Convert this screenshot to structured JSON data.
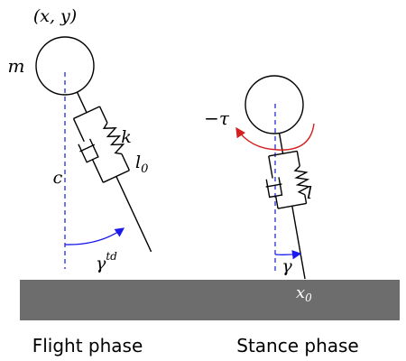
{
  "flight": {
    "position_label": "(x, y)",
    "mass_label": "m",
    "spring_label": "k",
    "damper_label": "c",
    "rest_length_label": "l",
    "rest_length_sub": "0",
    "angle_label": "γ",
    "angle_sup": "td",
    "phase_label": "Flight phase"
  },
  "stance": {
    "torque_label": "−τ",
    "length_label": "l",
    "angle_label": "γ",
    "foot_label": "x",
    "foot_sub": "0",
    "phase_label": "Stance phase"
  },
  "colors": {
    "ground": "#6d6d6d",
    "vertical_ref": "#2a2ad4",
    "angle_arrow": "#1a1aee",
    "torque_arrow": "#d42020",
    "ink": "#000000"
  }
}
